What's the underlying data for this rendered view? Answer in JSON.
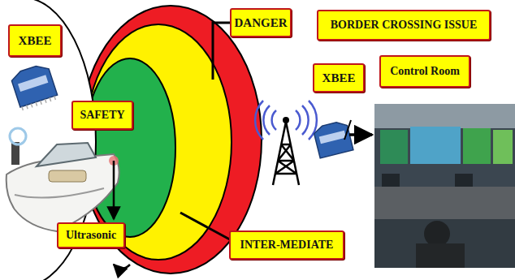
{
  "diagram": {
    "nodes": [
      {
        "text": [
          "XBEE"
        ]
      },
      {
        "text": [
          "DANGER"
        ]
      },
      {
        "text": [
          "BORDER CROSSING ISSUE"
        ]
      },
      {
        "text": [
          "XBEE"
        ]
      },
      {
        "text": [
          "Control Room"
        ]
      },
      {
        "text": [
          "SAFETY"
        ]
      },
      {
        "text": [
          "Ultrasonic"
        ]
      },
      {
        "text": [
          "INTER-MEDIATE"
        ]
      }
    ]
  }
}
